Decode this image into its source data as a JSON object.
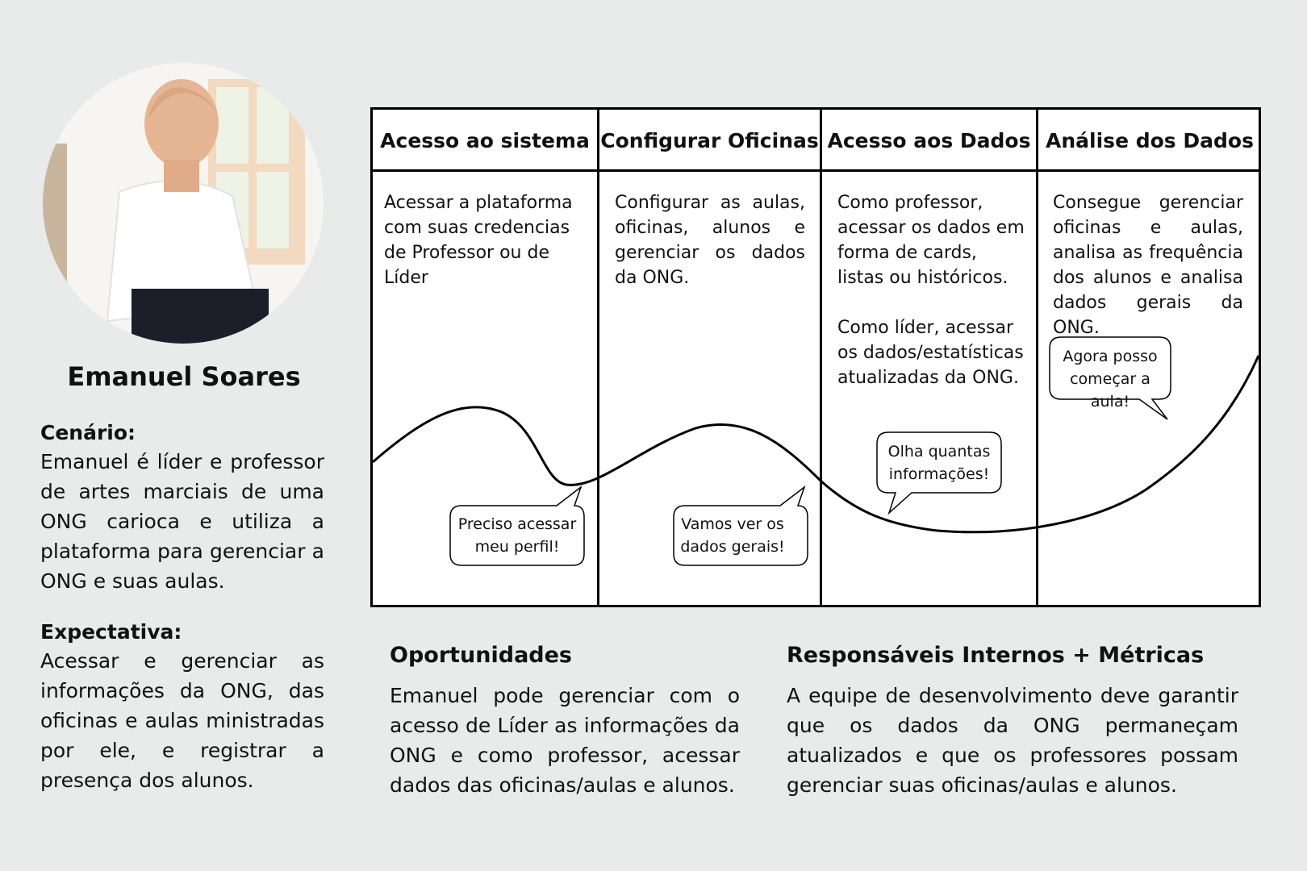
{
  "persona": {
    "name": "Emanuel Soares",
    "scenario_title": "Cenário:",
    "scenario_text": "Emanuel é líder e professor de artes marciais de uma ONG carioca e utiliza a plataforma para gerenciar a ONG e suas aulas.",
    "expectation_title": "Expectativa:",
    "expectation_text": "Acessar e gerenciar as informações da ONG, das oficinas e aulas ministradas por ele, e registrar a presença dos alunos."
  },
  "stages": [
    {
      "title": "Acesso ao sistema",
      "paragraphs": [
        "Acessar a plataforma com suas credencias de Professor ou  de Líder"
      ],
      "bubble": "Preciso acessar meu perfil!"
    },
    {
      "title": "Configurar Oficinas",
      "paragraphs": [
        "Configurar as aulas, oficinas, alunos e gerenciar os dados da ONG."
      ],
      "bubble": "Vamos ver os dados gerais!"
    },
    {
      "title": "Acesso aos Dados",
      "paragraphs": [
        "Como professor, acessar os dados em forma de cards, listas ou históricos.",
        "Como líder, acessar os dados/estatísticas atualizadas da ONG."
      ],
      "bubble": "Olha quantas informações!"
    },
    {
      "title": "Análise dos Dados",
      "paragraphs": [
        "Consegue gerenciar oficinas e aulas, analisa as frequência dos alunos e analisa dados gerais da ONG."
      ],
      "bubble": "Agora posso começar a aula!"
    }
  ],
  "opportunities": {
    "title": "Oportunidades",
    "text": "Emanuel pode gerenciar com o acesso de Líder as informações da ONG e como professor, acessar dados das oficinas/aulas e alunos."
  },
  "responsibles": {
    "title": "Responsáveis Internos + Métricas",
    "text": "A equipe de desenvolvimento deve garantir que os dados da ONG permaneçam atualizados e que os professores possam gerenciar suas oficinas/aulas e alunos."
  }
}
